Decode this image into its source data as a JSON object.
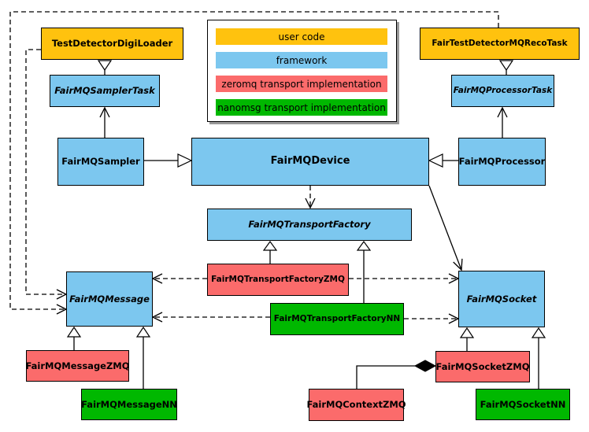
{
  "colors": {
    "user_code": "#FFC20E",
    "framework": "#7CC7EF",
    "zeromq": "#FB6B6B",
    "nanomsg": "#00B800"
  },
  "legend": {
    "items": [
      {
        "label": "user code",
        "type": "user_code"
      },
      {
        "label": "framework",
        "type": "framework"
      },
      {
        "label": "zeromq transport implementation",
        "type": "zeromq"
      },
      {
        "label": "nanomsg transport implementation",
        "type": "nanomsg"
      }
    ]
  },
  "nodes": {
    "test_detector_digi_loader": {
      "label": "TestDetectorDigiLoader",
      "type": "user_code"
    },
    "fair_test_detector_mq_reco_task": {
      "label": "FairTestDetectorMQRecoTask",
      "type": "user_code"
    },
    "fairmq_sampler_task": {
      "label": "FairMQSamplerTask",
      "type": "framework",
      "abstract": true
    },
    "fairmq_processor_task": {
      "label": "FairMQProcessorTask",
      "type": "framework",
      "abstract": true
    },
    "fairmq_sampler": {
      "label": "FairMQSampler",
      "type": "framework"
    },
    "fairmq_device": {
      "label": "FairMQDevice",
      "type": "framework"
    },
    "fairmq_processor": {
      "label": "FairMQProcessor",
      "type": "framework"
    },
    "fairmq_transport_factory": {
      "label": "FairMQTransportFactory",
      "type": "framework",
      "abstract": true
    },
    "fairmq_transport_factory_zmq": {
      "label": "FairMQTransportFactoryZMQ",
      "type": "zeromq"
    },
    "fairmq_transport_factory_nn": {
      "label": "FairMQTransportFactoryNN",
      "type": "nanomsg"
    },
    "fairmq_message": {
      "label": "FairMQMessage",
      "type": "framework",
      "abstract": true
    },
    "fairmq_socket": {
      "label": "FairMQSocket",
      "type": "framework",
      "abstract": true
    },
    "fairmq_message_zmq": {
      "label": "FairMQMessageZMQ",
      "type": "zeromq"
    },
    "fairmq_message_nn": {
      "label": "FairMQMessageNN",
      "type": "nanomsg"
    },
    "fairmq_socket_zmq": {
      "label": "FairMQSocketZMQ",
      "type": "zeromq"
    },
    "fairmq_socket_nn": {
      "label": "FairMQSocketNN",
      "type": "nanomsg"
    },
    "fairmq_context_zmq": {
      "label": "FairMQContextZMQ",
      "type": "zeromq"
    }
  }
}
